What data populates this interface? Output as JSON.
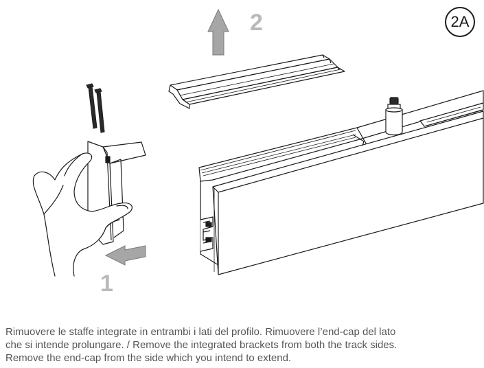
{
  "figure": {
    "badge": "2A",
    "step_labels": [
      "2",
      "1"
    ],
    "arrow_color": "#a6a6a6",
    "line_color": "#1a1a1a"
  },
  "caption": {
    "lines": [
      "Rimuovere le staffe integrate in entrambi i lati del profilo. Rimuovere l’end-cap del lato",
      "che si intende prolungare. / Remove the integrated brackets from both the track sides.",
      "Remove the end-cap from the side which you intend to extend."
    ]
  }
}
